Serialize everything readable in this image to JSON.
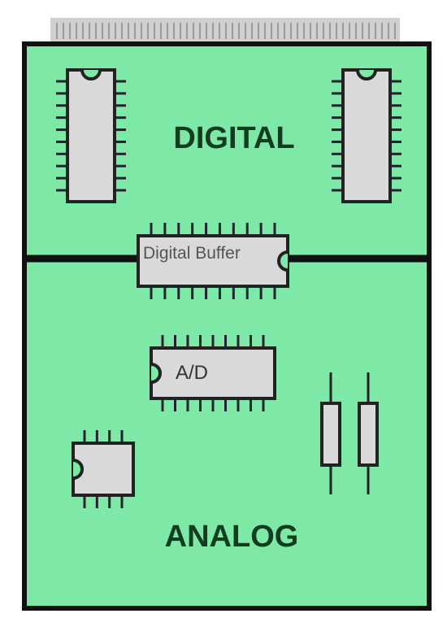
{
  "regions": {
    "digital": {
      "label": "DIGITAL"
    },
    "analog": {
      "label": "ANALOG"
    }
  },
  "components": {
    "digital_buffer": {
      "label": "Digital Buffer"
    },
    "adc": {
      "label": "A/D"
    }
  },
  "colors": {
    "board": "#7ee8a6",
    "board_outline": "#111111",
    "chip_body": "#d9d9d9",
    "connector": "#c8c8c8",
    "label": "#123d1e"
  }
}
